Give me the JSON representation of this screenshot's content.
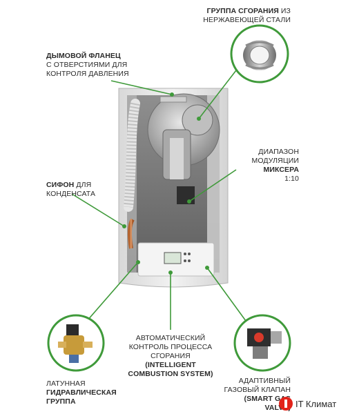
{
  "labels": {
    "combustion_group": {
      "bold": "ГРУППА СГОРАНИЯ",
      "line1_rest": " ИЗ",
      "line2": "НЕРЖАВЕЮЩЕЙ СТАЛИ"
    },
    "flue_flange": {
      "bold": "ДЫМОВОЙ ФЛАНЕЦ",
      "line2": "С ОТВЕРСТИЯМИ ДЛЯ",
      "line3": "КОНТРОЛЯ ДАВЛЕНИЯ"
    },
    "mixer_range": {
      "line1": "ДИАПАЗОН",
      "line2": "МОДУЛЯЦИИ",
      "bold": "МИКСЕРА",
      "line4": "1:10"
    },
    "siphon": {
      "bold": "СИФОН",
      "line1_rest": " ДЛЯ",
      "line2": "КОНДЕНСАТА"
    },
    "auto_control": {
      "line1": "АВТОМАТИЧЕСКИЙ",
      "line2": "КОНТРОЛЬ ПРОЦЕССА",
      "line3": "СГОРАНИЯ",
      "bold1": "(INTELLIGENT",
      "bold2": "COMBUSTION SYSTEM)"
    },
    "brass_group": {
      "line1": "ЛАТУННАЯ",
      "bold1": "ГИДРАВЛИЧЕСКАЯ",
      "bold2": "ГРУППА"
    },
    "gas_valve": {
      "line1": "АДАПТИВНЫЙ",
      "line2": "ГАЗОВЫЙ КЛАПАН",
      "bold1": "(SMART GAS",
      "bold2": "VALVE)"
    }
  },
  "logo": {
    "text": "IT Климат"
  },
  "colors": {
    "accent_green": "#3f9a3a",
    "logo_red": "#e2231a"
  }
}
